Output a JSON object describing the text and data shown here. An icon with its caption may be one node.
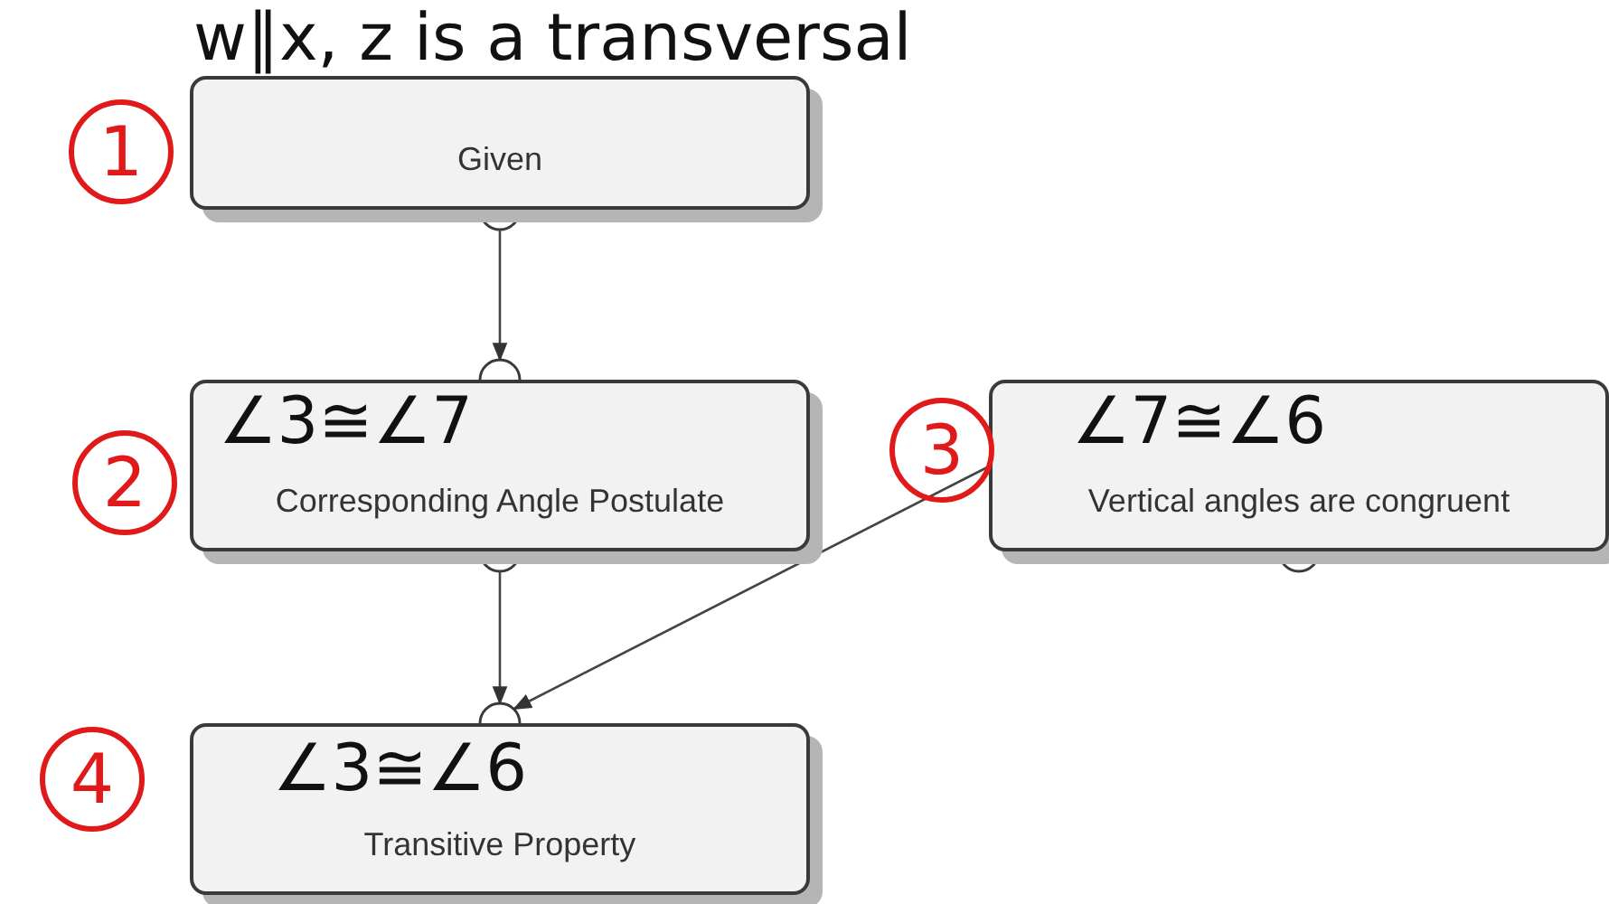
{
  "diagram": {
    "nodes": [
      {
        "text": [
          "w∥x, z is a transversal",
          "Given"
        ]
      },
      {
        "text": [
          "∠3≅∠7",
          "Corresponding Angle Postulate"
        ]
      },
      {
        "text": [
          "∠7≅∠6",
          "Vertical angles are congruent"
        ]
      },
      {
        "text": [
          "∠3≅∠6",
          "Transitive Property"
        ]
      }
    ],
    "edges": [
      {
        "from": 0,
        "to": 1,
        "arrow": "to"
      },
      {
        "from": 1,
        "to": 3,
        "arrow": "to"
      },
      {
        "from": 2,
        "to": 3,
        "arrow": "to"
      }
    ],
    "labels": [
      "1",
      "2",
      "3",
      "4"
    ]
  }
}
